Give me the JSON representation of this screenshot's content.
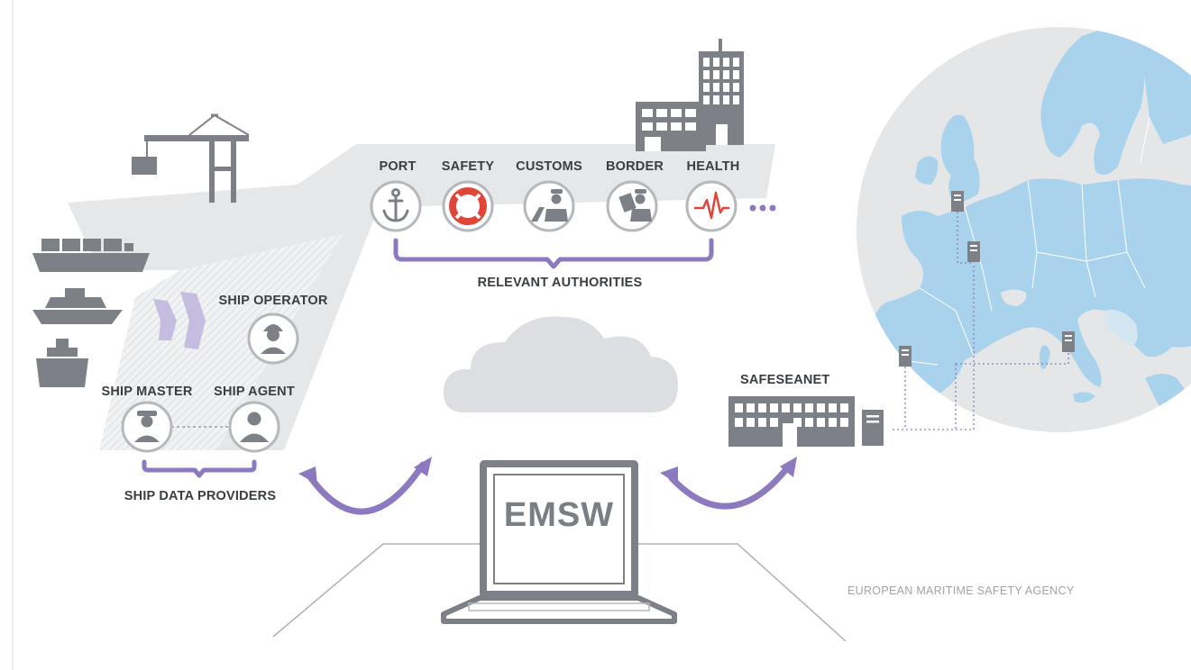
{
  "authorities": {
    "items": [
      {
        "label": "PORT",
        "icon": "anchor-icon"
      },
      {
        "label": "SAFETY",
        "icon": "lifebuoy-icon"
      },
      {
        "label": "CUSTOMS",
        "icon": "customs-officer-icon"
      },
      {
        "label": "BORDER",
        "icon": "border-officer-icon"
      },
      {
        "label": "HEALTH",
        "icon": "heartbeat-icon"
      }
    ],
    "more": "...",
    "group_label": "RELEVANT AUTHORITIES"
  },
  "ship": {
    "operator": "SHIP OPERATOR",
    "master": "SHIP MASTER",
    "agent": "SHIP AGENT",
    "group_label": "SHIP DATA PROVIDERS"
  },
  "center": {
    "laptop_label": "EMSW"
  },
  "safeseanet": {
    "label": "SAFESEANET"
  },
  "footer": {
    "agency": "EUROPEAN MARITIME SAFETY AGENCY"
  },
  "colors": {
    "accent_purple": "#8c79bf",
    "icon_gray": "#7d8187",
    "map_blue": "#a9d3ec",
    "map_bg": "#e4e6e8",
    "red": "#e0453a"
  }
}
